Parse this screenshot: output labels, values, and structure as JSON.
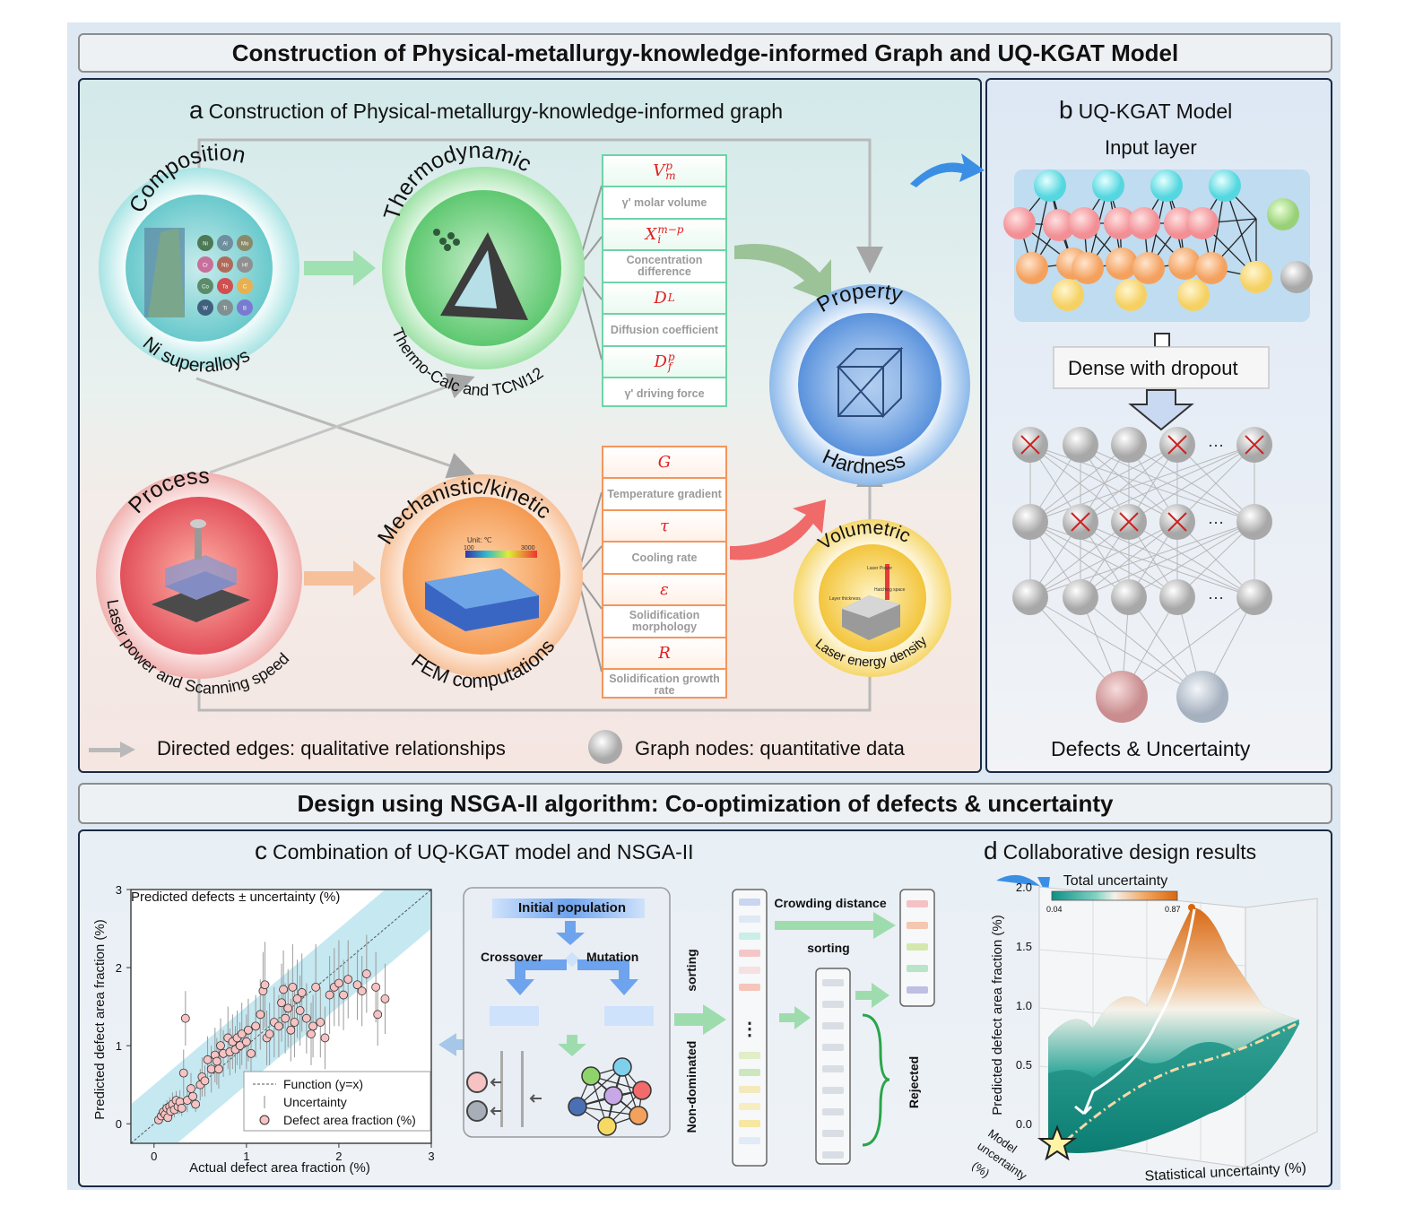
{
  "top_banner": "Construction of Physical-metallurgy-knowledge-informed Graph and UQ-KGAT Model",
  "bottom_banner": "Design using NSGA-II algorithm: Co-optimization of defects & uncertainty",
  "panel_a": {
    "letter": "a",
    "title": "Construction of Physical-metallurgy-knowledge-informed graph",
    "composition": {
      "label": "Composition",
      "sub": "Ni superalloys",
      "elements": [
        "Ni",
        "Al",
        "Mo",
        "Cr",
        "Nb",
        "Hf",
        "Co",
        "Ta",
        "C",
        "W",
        "Ti",
        "B"
      ]
    },
    "thermodynamic": {
      "label": "Thermodynamic",
      "sub": "Thermo-Calc and TCNI12"
    },
    "process": {
      "label": "Process",
      "sub": "Laser power and Scanning speed"
    },
    "mechanistic": {
      "label": "Mechanistic/kinetic",
      "sub": "FEM computations",
      "unit": "Unit: ℃",
      "scale_min": "100",
      "scale_max": "3000"
    },
    "property": {
      "label": "Property",
      "sub": "Hardness"
    },
    "volumetric": {
      "label": "Volumetric",
      "sub": "Laser energy density",
      "tags": [
        "Laser Power",
        "Hatching space",
        "Layer thickness"
      ]
    },
    "thermo_features": [
      {
        "symbol": "V",
        "sup": "p",
        "sub": "m",
        "name": "γ' molar volume"
      },
      {
        "symbol": "X",
        "sup": "m−p",
        "sub": "i",
        "name": "Concentration difference"
      },
      {
        "symbol": "D",
        "sup": "",
        "sub": "L",
        "name": "Diffusion coefficient"
      },
      {
        "symbol": "D",
        "sup": "p",
        "sub": "f",
        "name": "γ' driving force"
      }
    ],
    "kinetic_features": [
      {
        "symbol": "G",
        "name": "Temperature gradient"
      },
      {
        "symbol": "τ",
        "name": "Cooling rate"
      },
      {
        "symbol": "ε",
        "name": "Solidification morphology"
      },
      {
        "symbol": "R",
        "name": "Solidification growth rate"
      }
    ],
    "legend_edges": "Directed edges: qualitative relationships",
    "legend_nodes": "Graph nodes: quantitative data"
  },
  "panel_b": {
    "letter": "b",
    "title": "UQ-KGAT Model",
    "input_layer": "Input layer",
    "dense": "Dense with dropout",
    "output": "Defects & Uncertainty"
  },
  "panel_c": {
    "letter": "c",
    "title": "Combination of UQ-KGAT model and NSGA-II",
    "initial_population": "Initial population",
    "crossover": "Crossover",
    "mutation": "Mutation",
    "sorting_vertical": "sorting",
    "non_dominated": "Non-dominated",
    "crowding_distance": "Crowding distance",
    "sorting": "sorting",
    "rejected": "Rejected",
    "dots": "⋮"
  },
  "panel_d": {
    "letter": "d",
    "title": "Collaborative design results",
    "colorbar_title": "Total uncertainty",
    "colorbar_min": "0.04",
    "colorbar_max": "0.87",
    "ylabel": "Predicted defect area fraction (%)",
    "yticks": [
      "2.0",
      "1.5",
      "1.0",
      "0.5",
      "0.0"
    ],
    "xlabel": "Statistical uncertainty (%)",
    "zlabel_lines": [
      "Model",
      "uncertainty",
      "(%)"
    ]
  },
  "chart_data": {
    "type": "scatter",
    "title": "Predicted defects ± uncertainty (%)",
    "xlabel": "Actual defect area fraction (%)",
    "ylabel": "Predicted defect area fraction (%)",
    "xlim": [
      -0.25,
      3
    ],
    "ylim": [
      -0.25,
      3
    ],
    "xticks": [
      "0",
      "1",
      "2",
      "3"
    ],
    "yticks": [
      "0",
      "1",
      "2",
      "3"
    ],
    "legend": [
      "Function (y=x)",
      "Uncertainty",
      "Defect area fraction (%)"
    ],
    "legend_position": "bottom-right",
    "band_halfwidth": 0.5,
    "colors": {
      "point": "#f6c2c2",
      "band": "#bfe6f0",
      "error": "#9a9a9a"
    },
    "points": [
      {
        "x": 0.05,
        "y": 0.05,
        "e": 0.05
      },
      {
        "x": 0.08,
        "y": 0.1,
        "e": 0.08
      },
      {
        "x": 0.1,
        "y": 0.15,
        "e": 0.1
      },
      {
        "x": 0.12,
        "y": 0.12,
        "e": 0.06
      },
      {
        "x": 0.14,
        "y": 0.2,
        "e": 0.1
      },
      {
        "x": 0.15,
        "y": 0.08,
        "e": 0.05
      },
      {
        "x": 0.17,
        "y": 0.22,
        "e": 0.12
      },
      {
        "x": 0.18,
        "y": 0.16,
        "e": 0.08
      },
      {
        "x": 0.2,
        "y": 0.25,
        "e": 0.15
      },
      {
        "x": 0.22,
        "y": 0.18,
        "e": 0.1
      },
      {
        "x": 0.24,
        "y": 0.3,
        "e": 0.12
      },
      {
        "x": 0.26,
        "y": 0.22,
        "e": 0.1
      },
      {
        "x": 0.28,
        "y": 0.28,
        "e": 0.15
      },
      {
        "x": 0.3,
        "y": 0.2,
        "e": 0.1
      },
      {
        "x": 0.32,
        "y": 0.65,
        "e": 0.3
      },
      {
        "x": 0.34,
        "y": 1.35,
        "e": 0.35
      },
      {
        "x": 0.36,
        "y": 0.3,
        "e": 0.15
      },
      {
        "x": 0.4,
        "y": 0.45,
        "e": 0.2
      },
      {
        "x": 0.42,
        "y": 0.35,
        "e": 0.15
      },
      {
        "x": 0.45,
        "y": 0.25,
        "e": 0.1
      },
      {
        "x": 0.5,
        "y": 0.5,
        "e": 0.2
      },
      {
        "x": 0.52,
        "y": 0.6,
        "e": 0.25
      },
      {
        "x": 0.55,
        "y": 0.55,
        "e": 0.2
      },
      {
        "x": 0.58,
        "y": 0.82,
        "e": 0.3
      },
      {
        "x": 0.62,
        "y": 0.7,
        "e": 0.3
      },
      {
        "x": 0.66,
        "y": 0.88,
        "e": 0.35
      },
      {
        "x": 0.68,
        "y": 0.8,
        "e": 0.3
      },
      {
        "x": 0.7,
        "y": 0.7,
        "e": 0.25
      },
      {
        "x": 0.72,
        "y": 1.0,
        "e": 0.35
      },
      {
        "x": 0.75,
        "y": 0.9,
        "e": 0.3
      },
      {
        "x": 0.8,
        "y": 1.1,
        "e": 0.4
      },
      {
        "x": 0.82,
        "y": 0.92,
        "e": 0.3
      },
      {
        "x": 0.85,
        "y": 1.05,
        "e": 0.35
      },
      {
        "x": 0.88,
        "y": 0.95,
        "e": 0.3
      },
      {
        "x": 0.9,
        "y": 1.1,
        "e": 0.35
      },
      {
        "x": 0.93,
        "y": 1.0,
        "e": 0.3
      },
      {
        "x": 0.95,
        "y": 1.15,
        "e": 0.4
      },
      {
        "x": 1.0,
        "y": 1.05,
        "e": 0.35
      },
      {
        "x": 1.02,
        "y": 1.2,
        "e": 0.4
      },
      {
        "x": 1.05,
        "y": 0.9,
        "e": 0.3
      },
      {
        "x": 1.1,
        "y": 1.25,
        "e": 0.4
      },
      {
        "x": 1.15,
        "y": 1.4,
        "e": 0.45
      },
      {
        "x": 1.18,
        "y": 1.7,
        "e": 0.5
      },
      {
        "x": 1.2,
        "y": 1.78,
        "e": 0.55
      },
      {
        "x": 1.22,
        "y": 1.1,
        "e": 0.35
      },
      {
        "x": 1.25,
        "y": 1.15,
        "e": 0.4
      },
      {
        "x": 1.3,
        "y": 1.3,
        "e": 0.45
      },
      {
        "x": 1.35,
        "y": 1.25,
        "e": 0.4
      },
      {
        "x": 1.38,
        "y": 1.55,
        "e": 0.5
      },
      {
        "x": 1.4,
        "y": 1.72,
        "e": 0.5
      },
      {
        "x": 1.42,
        "y": 1.35,
        "e": 0.45
      },
      {
        "x": 1.45,
        "y": 1.48,
        "e": 0.5
      },
      {
        "x": 1.48,
        "y": 1.2,
        "e": 0.4
      },
      {
        "x": 1.5,
        "y": 1.75,
        "e": 0.55
      },
      {
        "x": 1.52,
        "y": 1.3,
        "e": 0.45
      },
      {
        "x": 1.55,
        "y": 1.6,
        "e": 0.5
      },
      {
        "x": 1.58,
        "y": 1.45,
        "e": 0.45
      },
      {
        "x": 1.6,
        "y": 1.68,
        "e": 0.5
      },
      {
        "x": 1.65,
        "y": 1.35,
        "e": 0.45
      },
      {
        "x": 1.7,
        "y": 1.15,
        "e": 0.4
      },
      {
        "x": 1.72,
        "y": 1.25,
        "e": 0.4
      },
      {
        "x": 1.75,
        "y": 1.75,
        "e": 0.55
      },
      {
        "x": 1.8,
        "y": 1.3,
        "e": 0.45
      },
      {
        "x": 1.85,
        "y": 1.1,
        "e": 0.4
      },
      {
        "x": 1.9,
        "y": 1.65,
        "e": 0.5
      },
      {
        "x": 1.95,
        "y": 1.75,
        "e": 0.5
      },
      {
        "x": 2.0,
        "y": 1.8,
        "e": 0.55
      },
      {
        "x": 2.05,
        "y": 1.65,
        "e": 0.45
      },
      {
        "x": 2.1,
        "y": 1.85,
        "e": 0.5
      },
      {
        "x": 2.2,
        "y": 1.78,
        "e": 0.45
      },
      {
        "x": 2.25,
        "y": 1.7,
        "e": 0.45
      },
      {
        "x": 2.3,
        "y": 1.92,
        "e": 0.5
      },
      {
        "x": 2.4,
        "y": 1.75,
        "e": 0.45
      },
      {
        "x": 2.42,
        "y": 1.4,
        "e": 0.4
      },
      {
        "x": 2.5,
        "y": 1.6,
        "e": 0.45
      }
    ]
  }
}
